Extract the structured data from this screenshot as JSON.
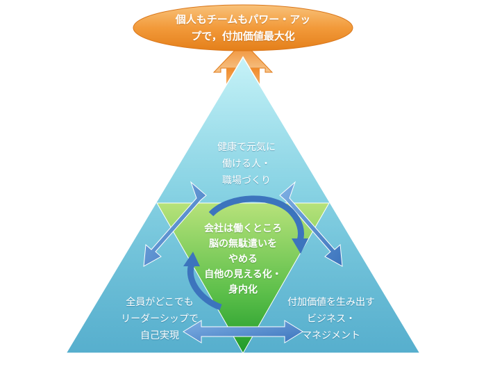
{
  "goal": {
    "line1": "個人もチームもパワー・アッ",
    "line2": "プで，付加価値最大化"
  },
  "top_node": {
    "line1": "健康で元気に",
    "line2": "働ける人・",
    "line3": "職場づくり"
  },
  "left_node": {
    "line1": "全員がどこでも",
    "line2": "リーダーシップで",
    "line3": "自己実現"
  },
  "right_node": {
    "line1": "付加価値を生み出す",
    "line2": "ビジネス・",
    "line3": "マネジメント"
  },
  "center_node": {
    "line1": "会社は働くところ",
    "line2": "脳の無駄遣いを",
    "line3": "やめる",
    "line4": "自他の見える化・",
    "line5": "身内化"
  },
  "colors": {
    "goal_fill": "#f29a3a",
    "up_arrow": "#f39a3c",
    "triangle_top": "#9fe3ee",
    "triangle_bottom": "#2a9cc0",
    "center_triangle": "#4fb84a",
    "arrows": "#4f86c8"
  }
}
